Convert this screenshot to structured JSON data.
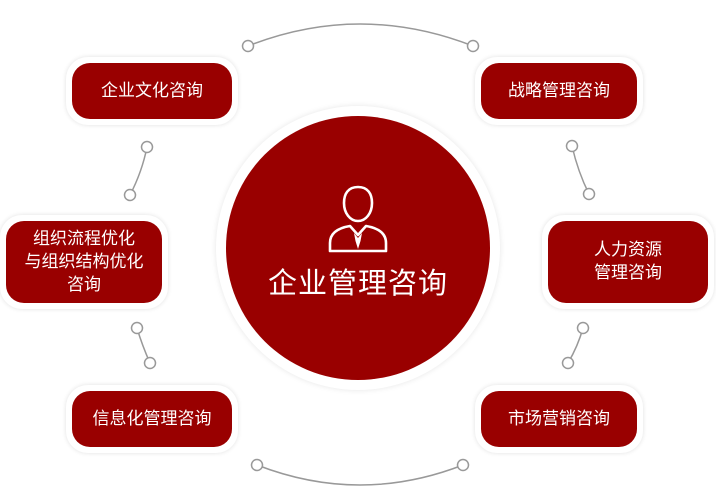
{
  "center": {
    "title": "企业管理咨询",
    "icon": "businessman-icon"
  },
  "nodes": {
    "culture": {
      "lines": [
        "企业文化咨询"
      ]
    },
    "strategy": {
      "lines": [
        "战略管理咨询"
      ]
    },
    "process": {
      "lines": [
        "组织流程优化",
        "与组织结构优化",
        "咨询"
      ]
    },
    "hr": {
      "lines": [
        "人力资源",
        "管理咨询"
      ]
    },
    "it": {
      "lines": [
        "信息化管理咨询"
      ]
    },
    "marketing": {
      "lines": [
        "市场营销咨询"
      ]
    }
  },
  "colors": {
    "primary": "#990000",
    "connector": "#999999",
    "background": "#ffffff"
  }
}
